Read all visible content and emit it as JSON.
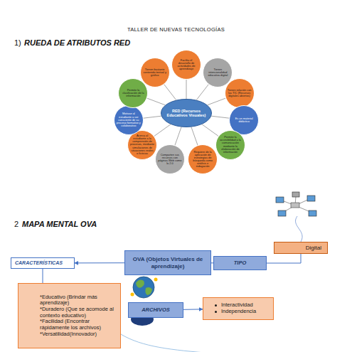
{
  "diagram": {
    "title": "TALLER DE NUEVAS TECNOLOGÍAS",
    "nodes": [
      {
        "text": [
          "RED (Recursos Educativos Visuales)"
        ]
      },
      {
        "text": [
          "Facilita el desarrollo de actividades de aprendizaje"
        ]
      },
      {
        "text": [
          "Tienen intencionalidad educativa digital"
        ]
      },
      {
        "text": [
          "Tienen relación con las TIC (Recursos digitales abiertos)"
        ]
      },
      {
        "text": [
          "Es un material didáctico"
        ]
      },
      {
        "text": [
          "Permite la accesibilidad a la comunicación mediante la elaboración de información"
        ]
      },
      {
        "text": [
          "Requiere de la aplicación de estrategias de búsqueda como análisis e indagación"
        ]
      },
      {
        "text": [
          "Comparten sus recursos con páginas Web como la 2.0"
        ]
      },
      {
        "text": [
          "Acerca al estudiante a la comprensión de procesos, mediante simulaciones de situaciones reales o ficticias"
        ]
      },
      {
        "text": [
          "Motivan al estudiante a ser consciente de su proceso formativo y colaborativo"
        ]
      },
      {
        "text": [
          "Permite la clasificación de la información"
        ]
      },
      {
        "text": [
          "Tienen bastante contenido textual y gráfico"
        ]
      },
      {
        "text": [
          "Digital"
        ]
      },
      {
        "text": [
          "OVA (Objetos Virtuales de aprendizaje)"
        ]
      },
      {
        "text": [
          "TIPO"
        ]
      },
      {
        "text": [
          "CARACTERÍSTICAS"
        ]
      },
      {
        "text": [
          "*Educativo (Brindar más aprendizaje)",
          "*Duradero (Que se acomode al contexto educativo)",
          "*Facilidad (Encontrar rápidamente los archivos)",
          "*Versatilidad(Innovador)"
        ]
      },
      {
        "text": [
          "ARCHIVOS"
        ]
      },
      {
        "text": [
          "Interactividad",
          "Independencia"
        ]
      }
    ],
    "edges": [
      {
        "from": 0,
        "to": 1,
        "arrow": "none"
      },
      {
        "from": 0,
        "to": 2,
        "arrow": "none"
      },
      {
        "from": 0,
        "to": 3,
        "arrow": "none"
      },
      {
        "from": 0,
        "to": 4,
        "arrow": "none"
      },
      {
        "from": 0,
        "to": 5,
        "arrow": "none"
      },
      {
        "from": 0,
        "to": 6,
        "arrow": "none"
      },
      {
        "from": 0,
        "to": 7,
        "arrow": "none"
      },
      {
        "from": 0,
        "to": 8,
        "arrow": "none"
      },
      {
        "from": 0,
        "to": 9,
        "arrow": "none"
      },
      {
        "from": 0,
        "to": 10,
        "arrow": "none"
      },
      {
        "from": 0,
        "to": 11,
        "arrow": "none"
      },
      {
        "from": 13,
        "to": 14,
        "arrow": "none"
      },
      {
        "from": 14,
        "to": 12,
        "arrow": "none"
      },
      {
        "from": 13,
        "to": 15,
        "arrow": "to"
      },
      {
        "from": 15,
        "to": 16,
        "arrow": "none"
      },
      {
        "from": 17,
        "to": 18,
        "arrow": "to"
      }
    ],
    "labels": [
      "1)",
      "RUEDA DE ATRIBUTOS RED",
      "2",
      "MAPA MENTAL OVA"
    ]
  }
}
